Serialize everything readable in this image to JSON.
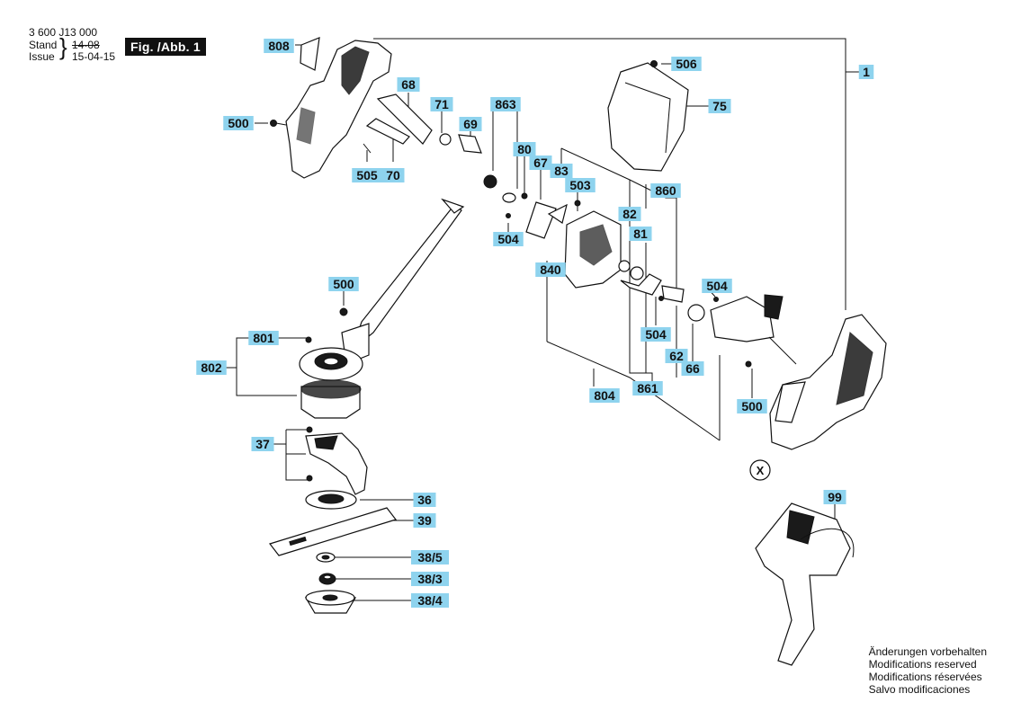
{
  "header": {
    "part_number": "3 600 J13 000",
    "stand_label": "Stand",
    "stand_value": "14-08",
    "issue_label": "Issue",
    "issue_value": "15-04-15",
    "figure_badge": "Fig. /Abb. 1"
  },
  "callouts": [
    {
      "id": "808",
      "text": "808"
    },
    {
      "id": "500a",
      "text": "500"
    },
    {
      "id": "68",
      "text": "68"
    },
    {
      "id": "71",
      "text": "71"
    },
    {
      "id": "69",
      "text": "69"
    },
    {
      "id": "505",
      "text": "505"
    },
    {
      "id": "70",
      "text": "70"
    },
    {
      "id": "863",
      "text": "863"
    },
    {
      "id": "80",
      "text": "80"
    },
    {
      "id": "67",
      "text": "67"
    },
    {
      "id": "83",
      "text": "83"
    },
    {
      "id": "503",
      "text": "503"
    },
    {
      "id": "82",
      "text": "82"
    },
    {
      "id": "860",
      "text": "860"
    },
    {
      "id": "81",
      "text": "81"
    },
    {
      "id": "504a",
      "text": "504"
    },
    {
      "id": "840",
      "text": "840"
    },
    {
      "id": "506",
      "text": "506"
    },
    {
      "id": "75",
      "text": "75"
    },
    {
      "id": "1",
      "text": "1"
    },
    {
      "id": "500b",
      "text": "500"
    },
    {
      "id": "801",
      "text": "801"
    },
    {
      "id": "802",
      "text": "802"
    },
    {
      "id": "504b",
      "text": "504"
    },
    {
      "id": "504c",
      "text": "504"
    },
    {
      "id": "62",
      "text": "62"
    },
    {
      "id": "66",
      "text": "66"
    },
    {
      "id": "804",
      "text": "804"
    },
    {
      "id": "861",
      "text": "861"
    },
    {
      "id": "500c",
      "text": "500"
    },
    {
      "id": "37",
      "text": "37"
    },
    {
      "id": "36",
      "text": "36"
    },
    {
      "id": "39",
      "text": "39"
    },
    {
      "id": "38_5",
      "text": "38/5"
    },
    {
      "id": "38_3",
      "text": "38/3"
    },
    {
      "id": "38_4",
      "text": "38/4"
    },
    {
      "id": "99",
      "text": "99"
    }
  ],
  "marker_x": "X",
  "footer": {
    "line1": "Änderungen vorbehalten",
    "line2": "Modifications reserved",
    "line3": "Modifications réservées",
    "line4": "Salvo modificaciones"
  }
}
